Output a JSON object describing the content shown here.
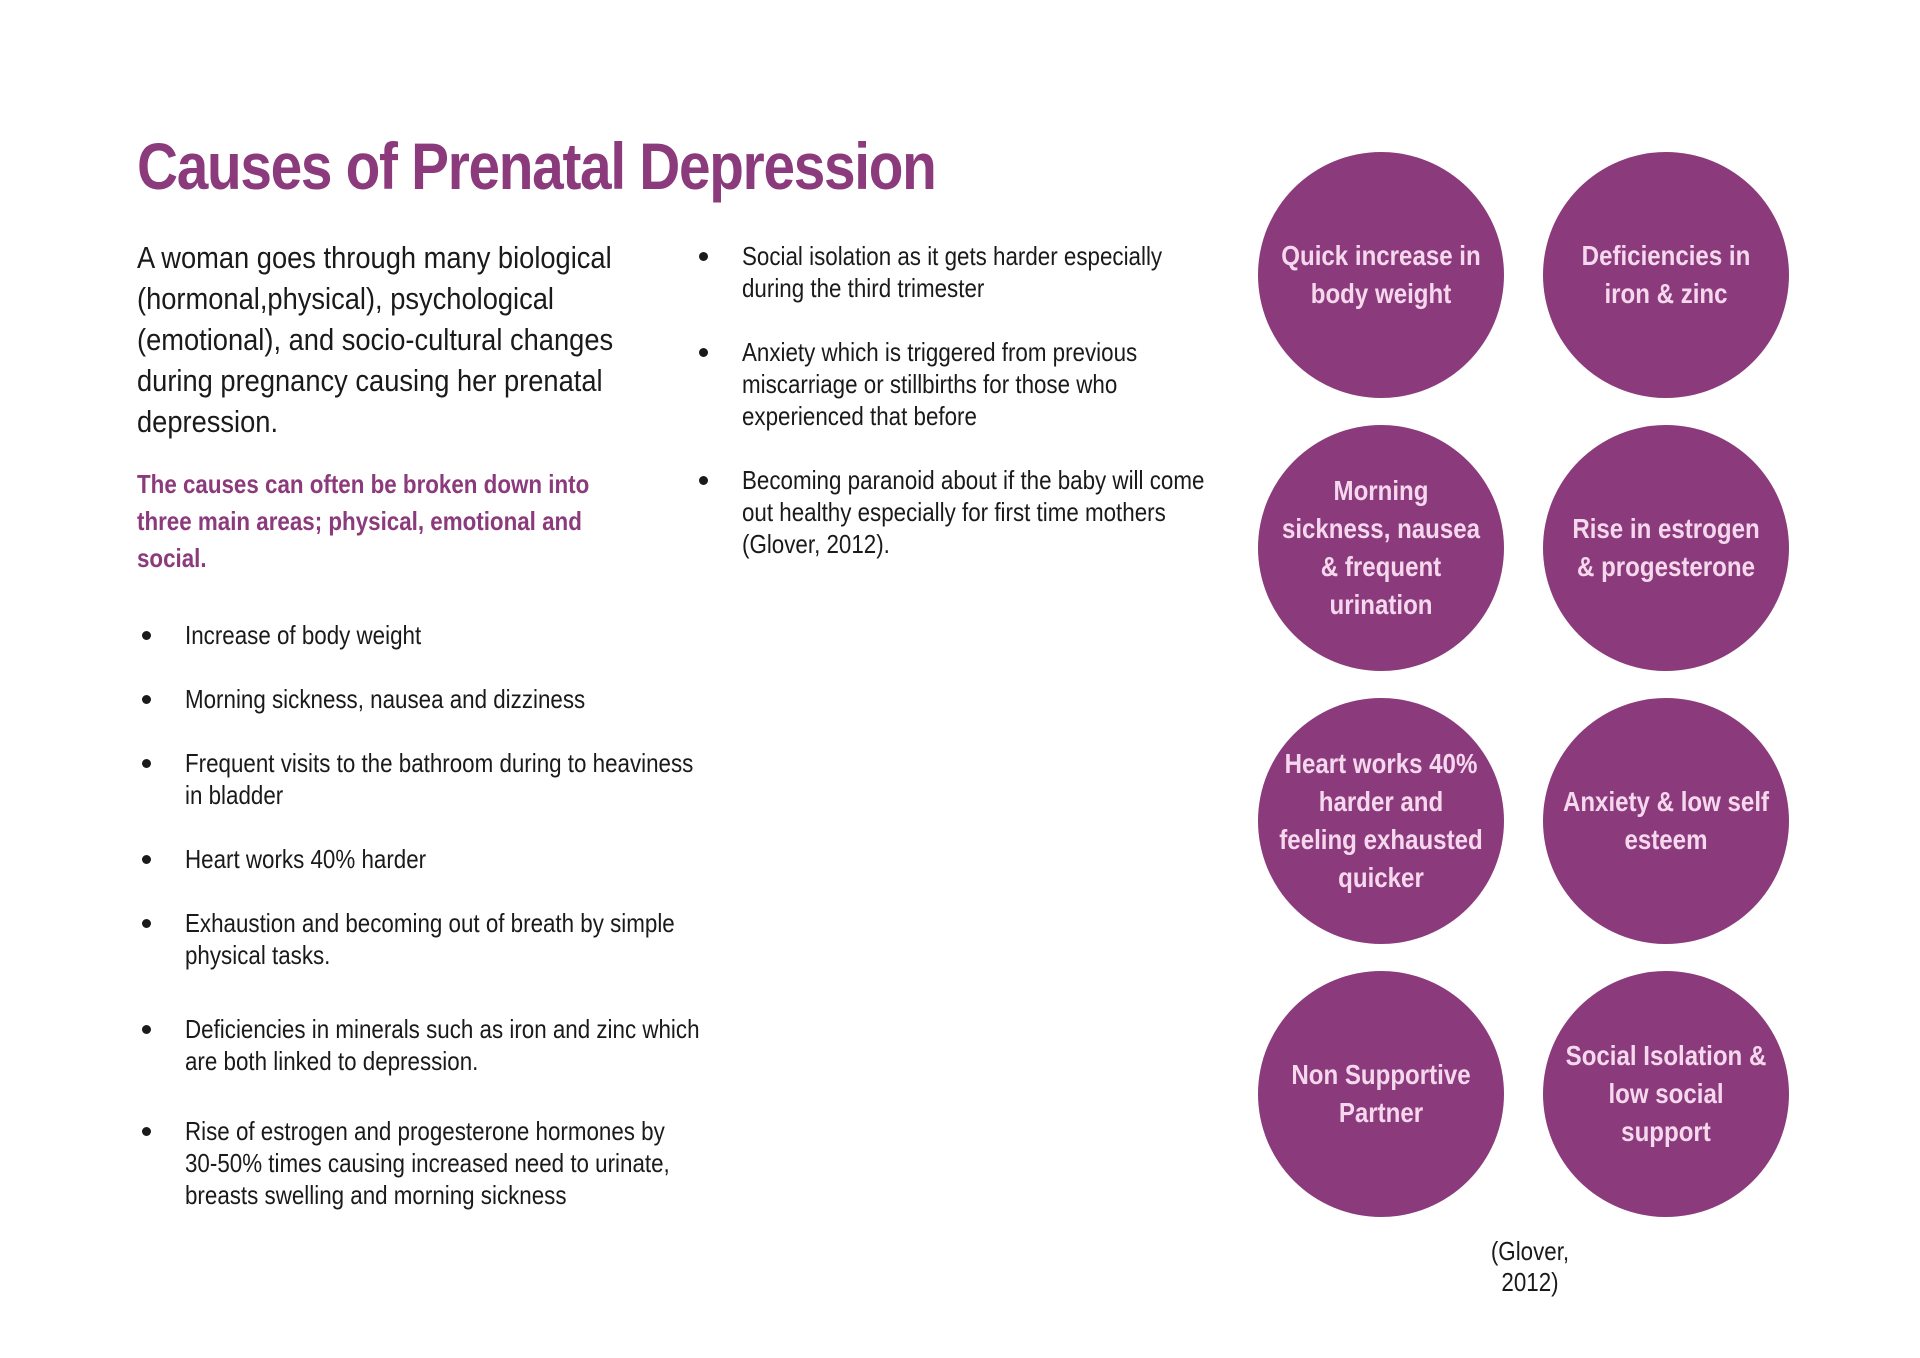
{
  "title": "Causes of Prenatal Depression",
  "intro": "A woman goes through many biological (hormonal,physical), psychological (emotional), and socio-cultural changes during pregnancy causing her prenatal depression.",
  "highlight": "The causes can often be broken down into three main areas; physical, emotional and social.",
  "physical_causes": [
    "Increase of body weight",
    "Morning sickness, nausea and dizziness",
    "Frequent visits to the bathroom during to heaviness in bladder",
    "Heart works 40% harder",
    "Exhaustion and becoming out of breath by simple physical tasks.",
    "Deficiencies in minerals such as iron and zinc which are both linked to depression.",
    "Rise of estrogen and progesterone hormones by 30-50% times causing increased need to urinate, breasts swelling and morning sickness"
  ],
  "emotional_causes": [
    "Social isolation as it gets harder especially during the third trimester",
    "Anxiety which is triggered from previous miscarriage or stillbirths for those who experienced that before",
    "Becoming paranoid about if the baby will come out healthy especially for first time mothers (Glover, 2012)."
  ],
  "circles": [
    "Quick increase in body weight",
    "Deficiencies in iron & zinc",
    "Morning sickness, nausea & frequent urination",
    "Rise in estrogen & progesterone",
    "Heart works 40% harder and feeling exhausted quicker",
    "Anxiety & low self esteem",
    "Non Supportive Partner",
    "Social Isolation & low social support"
  ],
  "citation": "(Glover, 2012)",
  "colors": {
    "accent": "#8b3a7c",
    "circle_text": "#f6d8ee",
    "body_text": "#1a1a1a"
  }
}
